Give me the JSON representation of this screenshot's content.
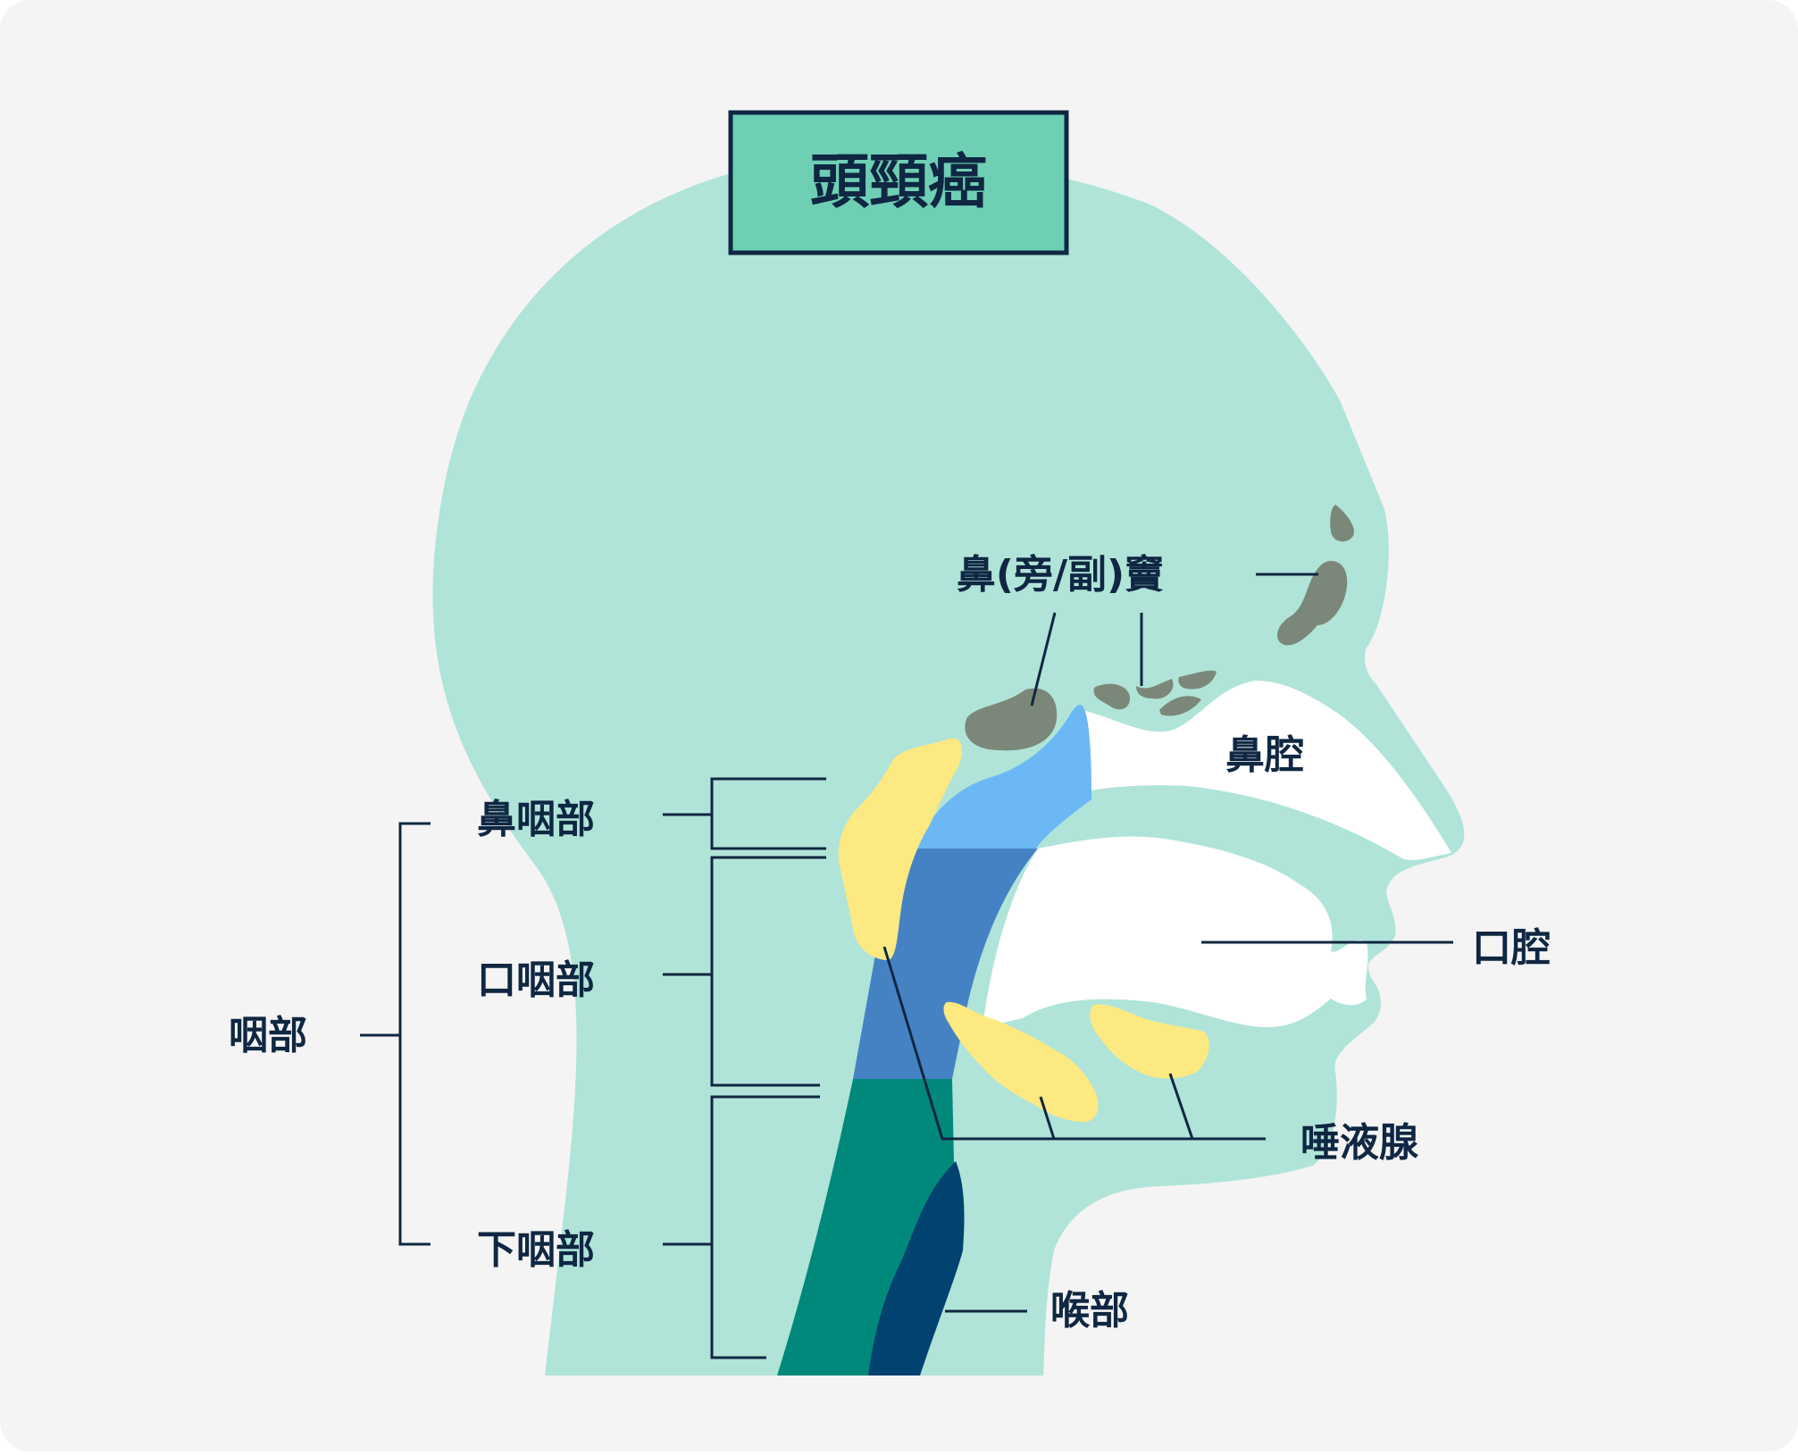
{
  "title": "頭頸癌",
  "labels": {
    "sinus": "鼻(旁/副)竇",
    "nasal_cavity": "鼻腔",
    "oral_cavity": "口腔",
    "salivary_glands": "唾液腺",
    "larynx": "喉部",
    "nasopharynx": "鼻咽部",
    "oropharynx": "口咽部",
    "hypopharynx": "下咽部",
    "pharynx": "咽部"
  },
  "colors": {
    "background": "#f4f4f4",
    "skin": "#b0e4d8",
    "title_box": "#6ecfb4",
    "outline": "#0f2742",
    "sinus": "#7b8879",
    "salivary": "#fde981",
    "nasopharynx": "#6bb8f5",
    "oropharynx": "#4582c4",
    "hypopharynx": "#00897b",
    "larynx": "#004270",
    "cavity": "#ffffff"
  }
}
